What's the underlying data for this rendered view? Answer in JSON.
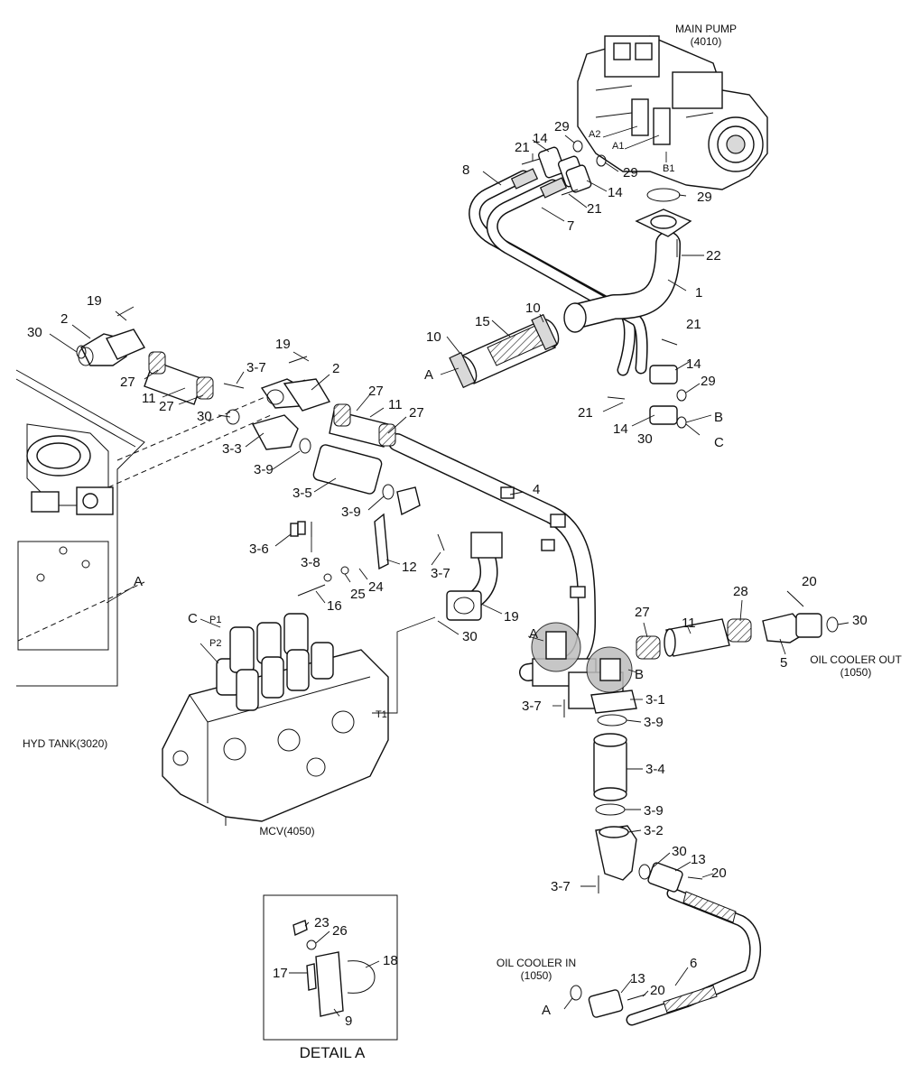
{
  "components": {
    "main_pump": "MAIN PUMP",
    "main_pump_code": "(4010)",
    "hyd_tank": "HYD TANK(3020)",
    "mcv": "MCV(4050)",
    "oil_cooler_out": "OIL COOLER OUT",
    "oil_cooler_out_code": "(1050)",
    "oil_cooler_in": "OIL COOLER IN",
    "oil_cooler_in_code": "(1050)",
    "detail_title": "DETAIL A"
  },
  "ports": {
    "a1": "A1",
    "a2": "A2",
    "b1": "B1",
    "p1": "P1",
    "p2": "P2",
    "t1": "T1"
  },
  "labels": [
    {
      "id": "lbl-1",
      "text": "1"
    },
    {
      "id": "lbl-2a",
      "text": "2"
    },
    {
      "id": "lbl-2b",
      "text": "2"
    },
    {
      "id": "lbl-3-1",
      "text": "3-1"
    },
    {
      "id": "lbl-3-2",
      "text": "3-2"
    },
    {
      "id": "lbl-3-3",
      "text": "3-3"
    },
    {
      "id": "lbl-3-4",
      "text": "3-4"
    },
    {
      "id": "lbl-3-5",
      "text": "3-5"
    },
    {
      "id": "lbl-3-6",
      "text": "3-6"
    },
    {
      "id": "lbl-3-7a",
      "text": "3-7"
    },
    {
      "id": "lbl-3-7b",
      "text": "3-7"
    },
    {
      "id": "lbl-3-7c",
      "text": "3-7"
    },
    {
      "id": "lbl-3-7d",
      "text": "3-7"
    },
    {
      "id": "lbl-3-8",
      "text": "3-8"
    },
    {
      "id": "lbl-3-9a",
      "text": "3-9"
    },
    {
      "id": "lbl-3-9b",
      "text": "3-9"
    },
    {
      "id": "lbl-3-9c",
      "text": "3-9"
    },
    {
      "id": "lbl-3-9d",
      "text": "3-9"
    },
    {
      "id": "lbl-4",
      "text": "4"
    },
    {
      "id": "lbl-5",
      "text": "5"
    },
    {
      "id": "lbl-6",
      "text": "6"
    },
    {
      "id": "lbl-7",
      "text": "7"
    },
    {
      "id": "lbl-8",
      "text": "8"
    },
    {
      "id": "lbl-9",
      "text": "9"
    },
    {
      "id": "lbl-10a",
      "text": "10"
    },
    {
      "id": "lbl-10b",
      "text": "10"
    },
    {
      "id": "lbl-11a",
      "text": "11"
    },
    {
      "id": "lbl-11b",
      "text": "11"
    },
    {
      "id": "lbl-11c",
      "text": "11"
    },
    {
      "id": "lbl-12",
      "text": "12"
    },
    {
      "id": "lbl-13a",
      "text": "13"
    },
    {
      "id": "lbl-13b",
      "text": "13"
    },
    {
      "id": "lbl-14a",
      "text": "14"
    },
    {
      "id": "lbl-14b",
      "text": "14"
    },
    {
      "id": "lbl-14c",
      "text": "14"
    },
    {
      "id": "lbl-14d",
      "text": "14"
    },
    {
      "id": "lbl-15",
      "text": "15"
    },
    {
      "id": "lbl-16",
      "text": "16"
    },
    {
      "id": "lbl-17",
      "text": "17"
    },
    {
      "id": "lbl-18",
      "text": "18"
    },
    {
      "id": "lbl-19a",
      "text": "19"
    },
    {
      "id": "lbl-19b",
      "text": "19"
    },
    {
      "id": "lbl-19c",
      "text": "19"
    },
    {
      "id": "lbl-20a",
      "text": "20"
    },
    {
      "id": "lbl-20b",
      "text": "20"
    },
    {
      "id": "lbl-20c",
      "text": "20"
    },
    {
      "id": "lbl-21a",
      "text": "21"
    },
    {
      "id": "lbl-21b",
      "text": "21"
    },
    {
      "id": "lbl-21c",
      "text": "21"
    },
    {
      "id": "lbl-21d",
      "text": "21"
    },
    {
      "id": "lbl-22",
      "text": "22"
    },
    {
      "id": "lbl-23",
      "text": "23"
    },
    {
      "id": "lbl-24",
      "text": "24"
    },
    {
      "id": "lbl-25",
      "text": "25"
    },
    {
      "id": "lbl-26",
      "text": "26"
    },
    {
      "id": "lbl-27a",
      "text": "27"
    },
    {
      "id": "lbl-27b",
      "text": "27"
    },
    {
      "id": "lbl-27c",
      "text": "27"
    },
    {
      "id": "lbl-27d",
      "text": "27"
    },
    {
      "id": "lbl-27e",
      "text": "27"
    },
    {
      "id": "lbl-28",
      "text": "28"
    },
    {
      "id": "lbl-29a",
      "text": "29"
    },
    {
      "id": "lbl-29b",
      "text": "29"
    },
    {
      "id": "lbl-29c",
      "text": "29"
    },
    {
      "id": "lbl-29d",
      "text": "29"
    },
    {
      "id": "lbl-30a",
      "text": "30"
    },
    {
      "id": "lbl-30b",
      "text": "30"
    },
    {
      "id": "lbl-30c",
      "text": "30"
    },
    {
      "id": "lbl-30d",
      "text": "30"
    },
    {
      "id": "lbl-30e",
      "text": "30"
    },
    {
      "id": "lbl-30f",
      "text": "30"
    },
    {
      "id": "lbl-A1",
      "text": "A"
    },
    {
      "id": "lbl-A2",
      "text": "A"
    },
    {
      "id": "lbl-A3",
      "text": "A"
    },
    {
      "id": "lbl-A4",
      "text": "A"
    },
    {
      "id": "lbl-B1",
      "text": "B"
    },
    {
      "id": "lbl-B2",
      "text": "B"
    },
    {
      "id": "lbl-C1",
      "text": "C"
    },
    {
      "id": "lbl-C2",
      "text": "C"
    }
  ]
}
